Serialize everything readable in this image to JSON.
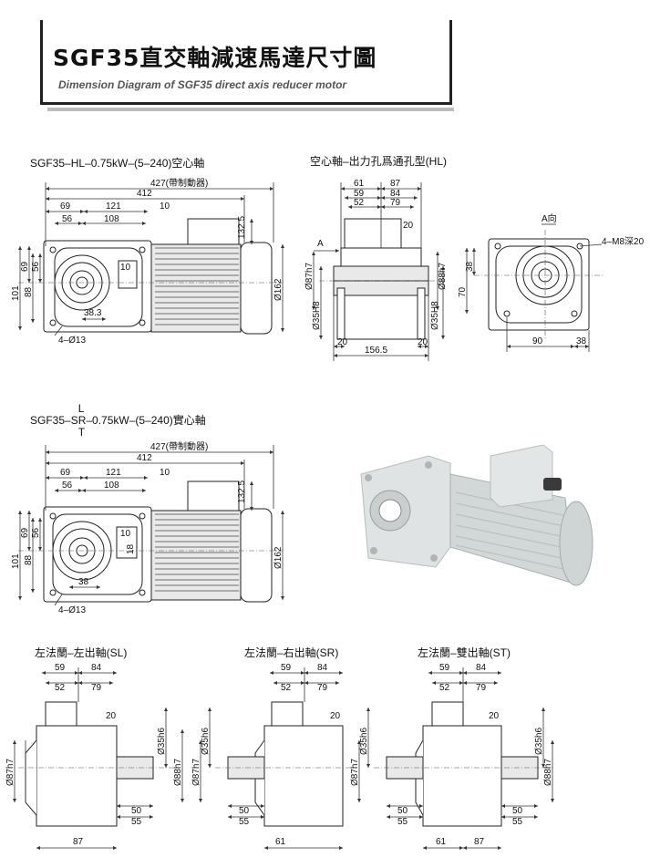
{
  "header": {
    "title": "SGF35直交軸減速馬達尺寸圖",
    "subtitle": "Dimension Diagram of SGF35 direct axis reducer motor"
  },
  "views": {
    "hollow": {
      "title": "SGF35–HL–0.75kW–(5–240)空心軸",
      "dims": {
        "d427": "427(帶制動器)",
        "d412": "412",
        "d69": "69",
        "d121": "121",
        "d10": "10",
        "d56": "56",
        "d108": "108",
        "d1325": "132.5",
        "v69": "69",
        "v56": "56",
        "v101": "101",
        "v88": "88",
        "d10b": "10",
        "d383": "38.3",
        "holes": "4–Ø13",
        "d162": "Ø162"
      }
    },
    "hollow_side": {
      "title": "空心軸–出力孔爲通孔型(HL)",
      "dims": {
        "d61": "61",
        "d87": "87",
        "d59": "59",
        "d84": "84",
        "d52": "52",
        "d79": "79",
        "d20": "20",
        "marker": "A",
        "phi87": "Ø87h7",
        "phi88": "Ø88h7",
        "phi35a": "Ø35H8",
        "phi35b": "Ø35H8",
        "d20a": "20",
        "d20b": "20",
        "d1565": "156.5"
      }
    },
    "view_a": {
      "title": "A向",
      "dims": {
        "tap": "4–M8深20",
        "d38v": "38",
        "d70": "70",
        "d90": "90",
        "d38h": "38"
      }
    },
    "solid": {
      "title_prefix": "SGF35–S",
      "title_suffix": "–0.75kW–(5–240)實心軸",
      "opt_l": "L",
      "opt_r": "R",
      "opt_t": "T",
      "dims": {
        "d427": "427(帶制動器)",
        "d412": "412",
        "d69": "69",
        "d121": "121",
        "d10": "10",
        "d56": "56",
        "d108": "108",
        "d1325": "132.5",
        "v69": "69",
        "v56": "56",
        "v101": "101",
        "v88": "88",
        "d10b": "10",
        "d18": "18",
        "d38": "38",
        "holes": "4–Ø13",
        "d162": "Ø162"
      }
    },
    "sl": {
      "title": "左法蘭–左出軸(SL)",
      "dims": {
        "d59": "59",
        "d84": "84",
        "d52": "52",
        "d79": "79",
        "d20": "20",
        "phi87": "Ø87h7",
        "phi35": "Ø35h6",
        "phi88": "Ø88h7",
        "d50": "50",
        "d55": "55",
        "d87": "87"
      }
    },
    "sr": {
      "title": "左法蘭–右出軸(SR)",
      "dims": {
        "d59": "59",
        "d84": "84",
        "d52": "52",
        "d79": "79",
        "d20": "20",
        "phi35": "Ø35h6",
        "phi87": "Ø87h7",
        "d50": "50",
        "d55": "55",
        "d61": "61"
      }
    },
    "st": {
      "title": "左法蘭–雙出軸(ST)",
      "dims": {
        "d59": "59",
        "d84": "84",
        "d52": "52",
        "d79": "79",
        "d20": "20",
        "phi35a": "Ø35h6",
        "phi35b": "Ø35h6",
        "phi87": "Ø87h7",
        "phi88": "Ø88h7",
        "d50a": "50",
        "d55a": "55",
        "d50b": "50",
        "d55b": "55",
        "d61": "61",
        "d87": "87"
      }
    }
  }
}
